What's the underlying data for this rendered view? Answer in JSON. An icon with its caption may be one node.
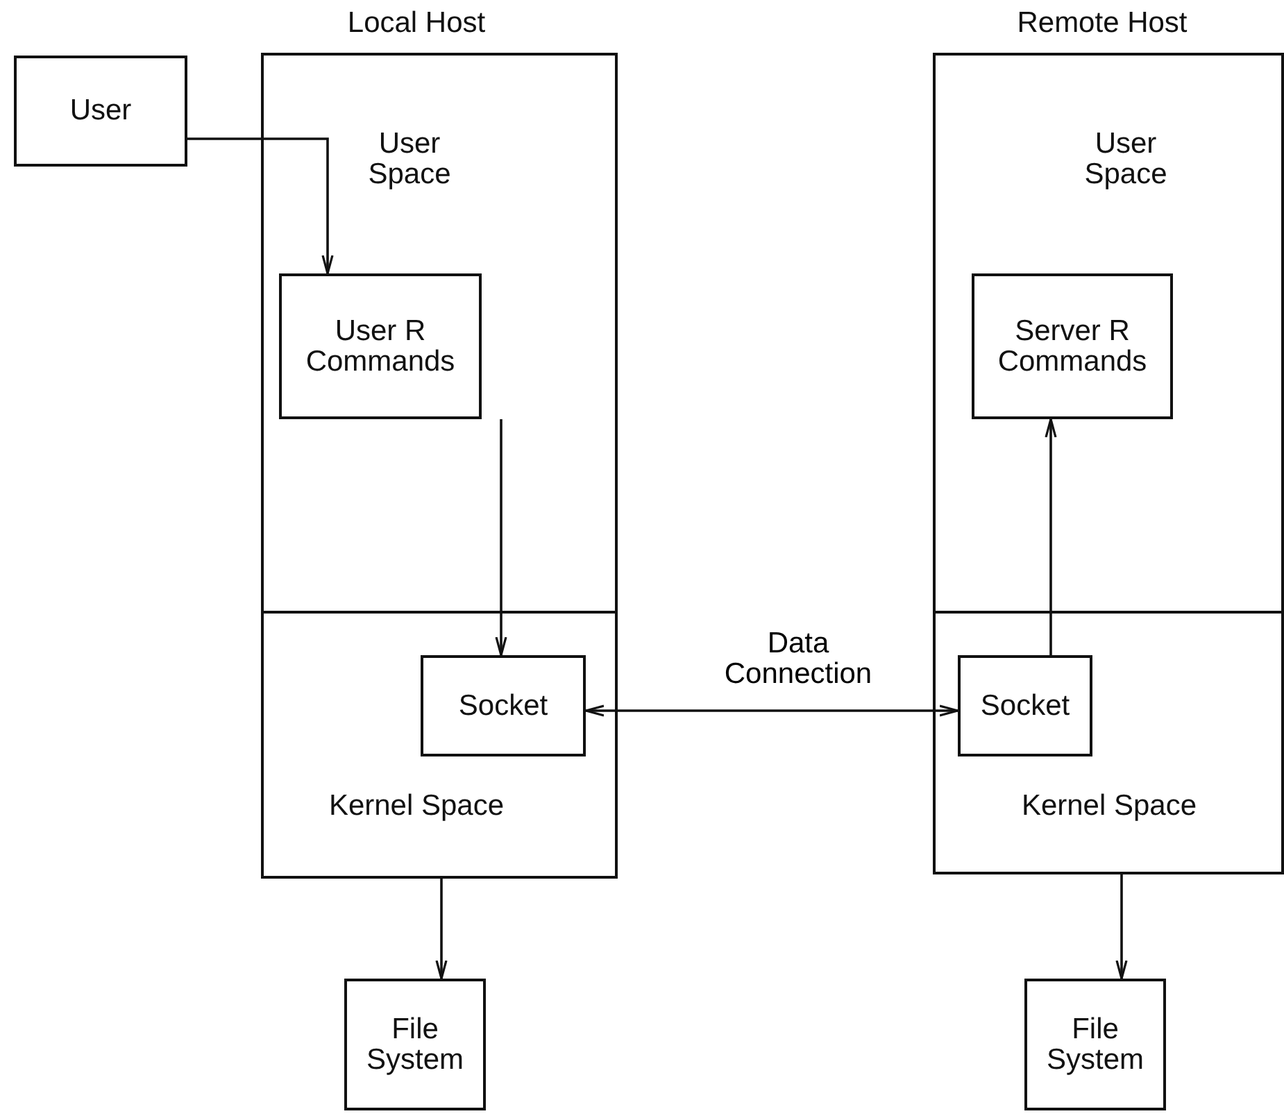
{
  "diagram": {
    "nodes": [
      {
        "text": [
          "Local Host"
        ]
      },
      {
        "text": [
          "User Space"
        ],
        "in": 0
      },
      {
        "text": [
          "User R Commands"
        ],
        "in": 1
      },
      {
        "text": [
          "Kernel Space"
        ],
        "in": 0
      },
      {
        "text": [
          "Socket"
        ],
        "in": 3
      },
      {
        "text": [
          "User"
        ]
      },
      {
        "text": [
          "File System"
        ]
      },
      {
        "text": [
          "Remote Host"
        ]
      },
      {
        "text": [
          "User Space"
        ],
        "in": 7
      },
      {
        "text": [
          "Server R Commands"
        ],
        "in": 8
      },
      {
        "text": [
          "Kernel Space"
        ],
        "in": 7
      },
      {
        "text": [
          "Socket"
        ],
        "in": 10
      },
      {
        "text": [
          "File System"
        ]
      }
    ],
    "edges": [
      {
        "from": 5,
        "to": 2,
        "arrow": "to"
      },
      {
        "from": 2,
        "to": 4,
        "arrow": "to"
      },
      {
        "from": 4,
        "to": 11,
        "arrow": "both",
        "label": "Data Connection"
      },
      {
        "from": 11,
        "to": 9,
        "arrow": "to"
      },
      {
        "from": 3,
        "to": 6,
        "arrow": "to"
      },
      {
        "from": 10,
        "to": 12,
        "arrow": "to"
      }
    ]
  }
}
